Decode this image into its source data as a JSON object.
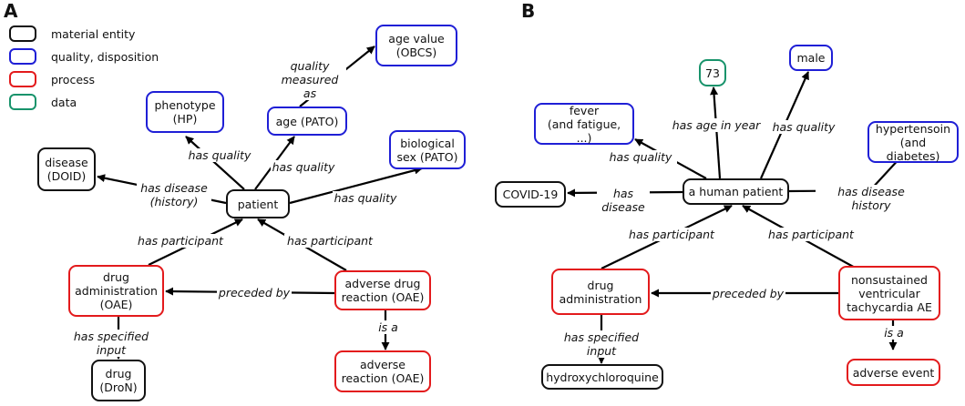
{
  "panels": {
    "a": "A",
    "b": "B"
  },
  "legend": [
    {
      "label": "material entity",
      "color": "#111111"
    },
    {
      "label": "quality, disposition",
      "color": "#1f1fd6"
    },
    {
      "label": "process",
      "color": "#e31a1c"
    },
    {
      "label": "data",
      "color": "#18936b"
    }
  ],
  "panel_a": {
    "nodes": {
      "age_value": "age value\n(OBCS)",
      "phenotype": "phenotype\n(HP)",
      "age": "age (PATO)",
      "biological_sex": "biological\nsex (PATO)",
      "disease": "disease\n(DOID)",
      "patient": "patient",
      "drug_administration": "drug\nadministration\n(OAE)",
      "adverse_drug_reaction": "adverse drug\nreaction (OAE)",
      "drug": "drug\n(DroN)",
      "adverse_reaction": "adverse\nreaction (OAE)"
    },
    "edges": {
      "quality_measured_as": "quality\nmeasured as",
      "has_quality_phenotype": "has quality",
      "has_quality_age": "has quality",
      "has_quality_sex": "has quality",
      "has_disease_history": "has disease\n(history)",
      "has_participant_left": "has participant",
      "has_participant_right": "has participant",
      "preceded_by": "preceded by",
      "has_specified_input": "has specified input",
      "is_a": "is a"
    }
  },
  "panel_b": {
    "nodes": {
      "fever": "fever\n(and fatigue, ...)",
      "age_73": "73",
      "male": "male",
      "hypertension": "hypertensoin\n(and diabetes)",
      "covid": "COVID-19",
      "human_patient": "a human patient",
      "drug_administration": "drug\nadministration",
      "nsvt": "nonsustained\nventricular\ntachycardia AE",
      "hydroxychloroquine": "hydroxychloroquine",
      "adverse_event": "adverse event"
    },
    "edges": {
      "has_quality_fever": "has quality",
      "has_age_in_year": "has age in year",
      "has_quality_male": "has quality",
      "has_disease_history": "has disease history",
      "has_disease": "has\ndisease",
      "has_participant_left": "has participant",
      "has_participant_right": "has participant",
      "preceded_by": "preceded by",
      "has_specified_input": "has specified input",
      "is_a": "is a"
    }
  }
}
